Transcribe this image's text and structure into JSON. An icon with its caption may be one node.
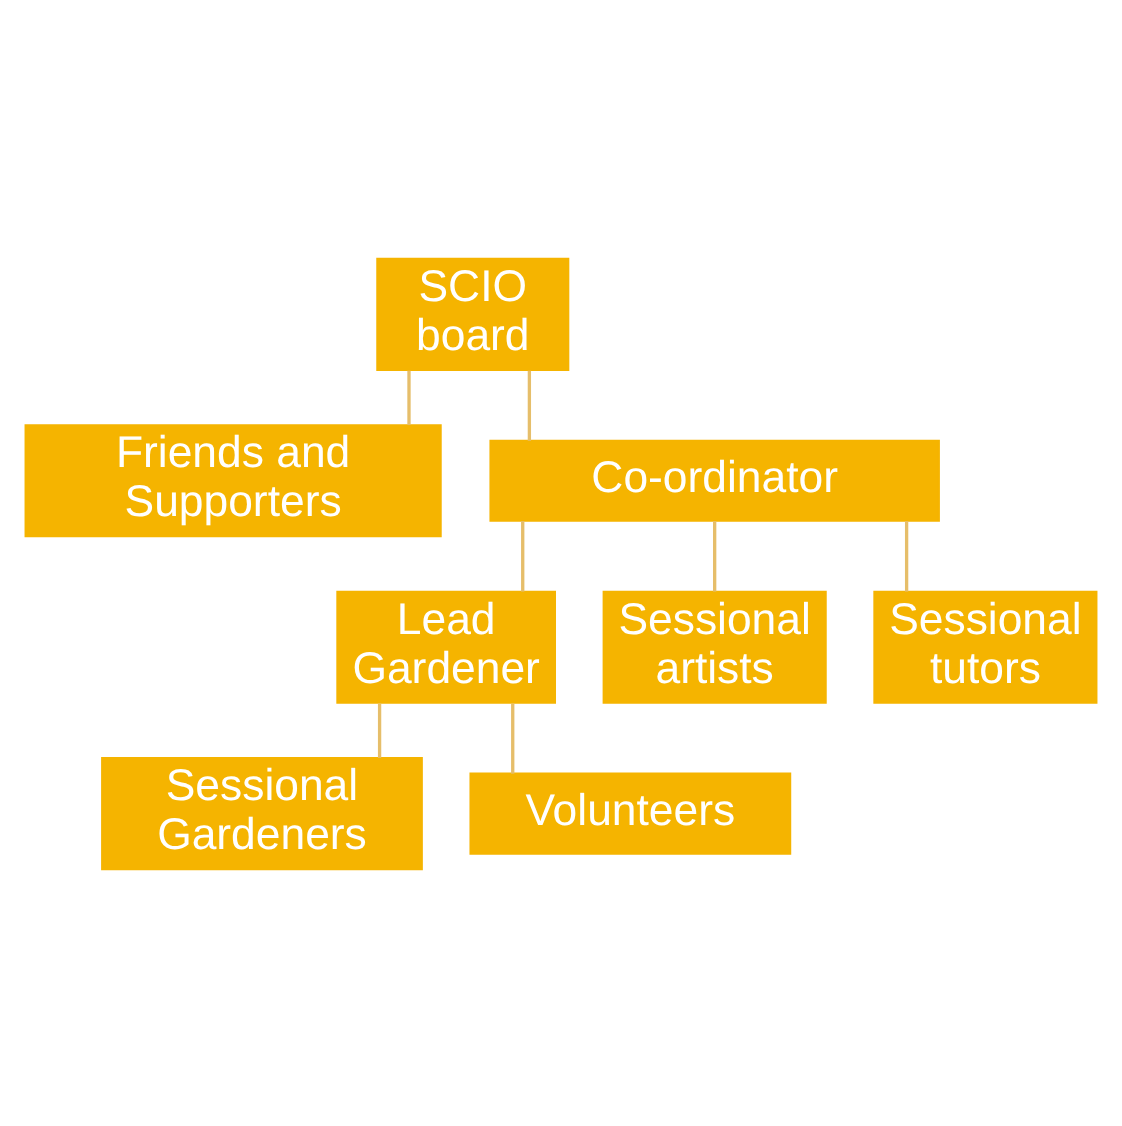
{
  "diagram": {
    "nodes": [
      {
        "text": [
          "SCIO board"
        ]
      },
      {
        "text": [
          "Friends and Supporters"
        ]
      },
      {
        "text": [
          "Co-ordinator"
        ]
      },
      {
        "text": [
          "Lead Gardener"
        ]
      },
      {
        "text": [
          "Sessional artists"
        ]
      },
      {
        "text": [
          "Sessional tutors"
        ]
      },
      {
        "text": [
          "Sessional Gardeners"
        ]
      },
      {
        "text": [
          "Volunteers"
        ]
      }
    ],
    "edges": [
      {
        "from": 0,
        "to": 1,
        "arrow": "none"
      },
      {
        "from": 0,
        "to": 2,
        "arrow": "none"
      },
      {
        "from": 2,
        "to": 3,
        "arrow": "none"
      },
      {
        "from": 2,
        "to": 4,
        "arrow": "none"
      },
      {
        "from": 2,
        "to": 5,
        "arrow": "none"
      },
      {
        "from": 3,
        "to": 6,
        "arrow": "none"
      },
      {
        "from": 3,
        "to": 7,
        "arrow": "none"
      }
    ]
  }
}
